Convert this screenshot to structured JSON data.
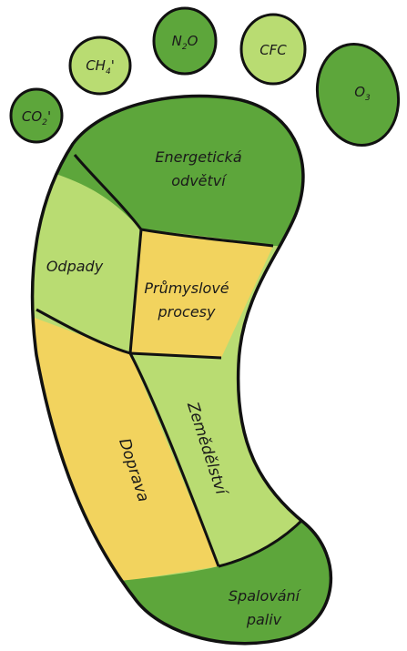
{
  "colors": {
    "dark_green": "#5da63b",
    "light_green": "#b9dc72",
    "yellow": "#f2d35e",
    "outline": "#111111"
  },
  "toes": [
    {
      "id": "co2",
      "base": "CO",
      "sub": "2",
      "suffix": "'",
      "fill": "dark_green"
    },
    {
      "id": "ch4",
      "base": "CH",
      "sub": "4",
      "suffix": "'",
      "fill": "light_green"
    },
    {
      "id": "n2o",
      "base": "N",
      "sub": "2",
      "suffix": "O",
      "fill": "dark_green"
    },
    {
      "id": "cfc",
      "base": "CFC",
      "sub": "",
      "suffix": "",
      "fill": "light_green"
    },
    {
      "id": "o3",
      "base": "O",
      "sub": "3",
      "suffix": "",
      "fill": "dark_green"
    }
  ],
  "sections": {
    "energetika": {
      "line1": "Energetická",
      "line2": "odvětví"
    },
    "odpady": "Odpady",
    "prumysl": {
      "line1": "Průmyslové",
      "line2": "procesy"
    },
    "doprava": "Doprava",
    "zemedelstvi": "Zemědělství",
    "spalovani": {
      "line1": "Spalování",
      "line2": "paliv"
    }
  }
}
